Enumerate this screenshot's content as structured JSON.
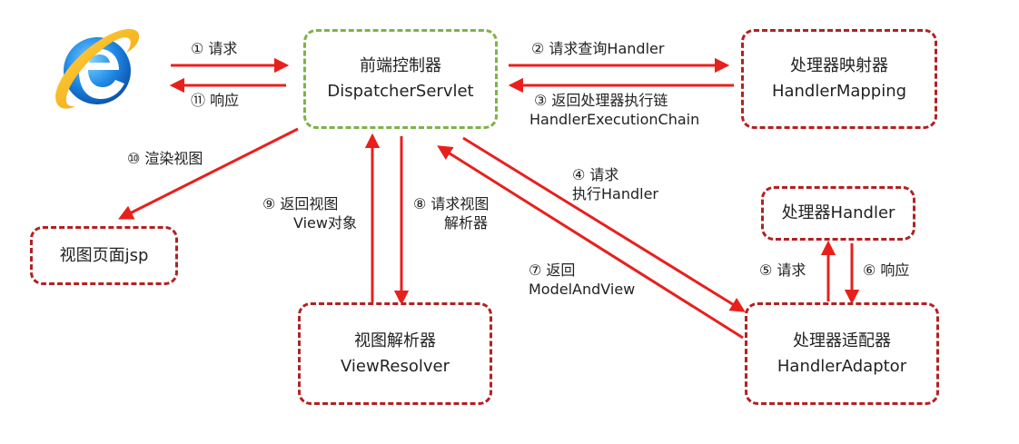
{
  "nodes": {
    "dispatcher": {
      "title": "前端控制器",
      "sub": "DispatcherServlet"
    },
    "handler_mapping": {
      "title": "处理器映射器",
      "sub": "HandlerMapping"
    },
    "handler": {
      "title": "处理器Handler"
    },
    "view_page": {
      "title": "视图页面jsp"
    },
    "view_resolver": {
      "title": "视图解析器",
      "sub": "ViewResolver"
    },
    "handler_adaptor": {
      "title": "处理器适配器",
      "sub": "HandlerAdaptor"
    }
  },
  "edges": {
    "e1": "①  请求",
    "e11": "⑪  响应",
    "e2": "②  请求查询Handler",
    "e3_line1": "③  返回处理器执行链",
    "e3_line2": "HandlerExecutionChain",
    "e4_line1": "④  请求",
    "e4_line2": "执行Handler",
    "e5": "⑤  请求",
    "e6": "⑥  响应",
    "e7_line1": "⑦  返回",
    "e7_line2": "ModelAndView",
    "e8_line1": "⑧  请求视图",
    "e8_line2": "解析器",
    "e9_line1": "⑨  返回视图",
    "e9_line2": "View对象",
    "e10": "⑩  渲染视图"
  },
  "colors": {
    "arrow": "#e8201c",
    "border_red": "#b22222",
    "border_green": "#7fb24a"
  },
  "icons": {
    "browser": "internet-explorer-logo"
  }
}
